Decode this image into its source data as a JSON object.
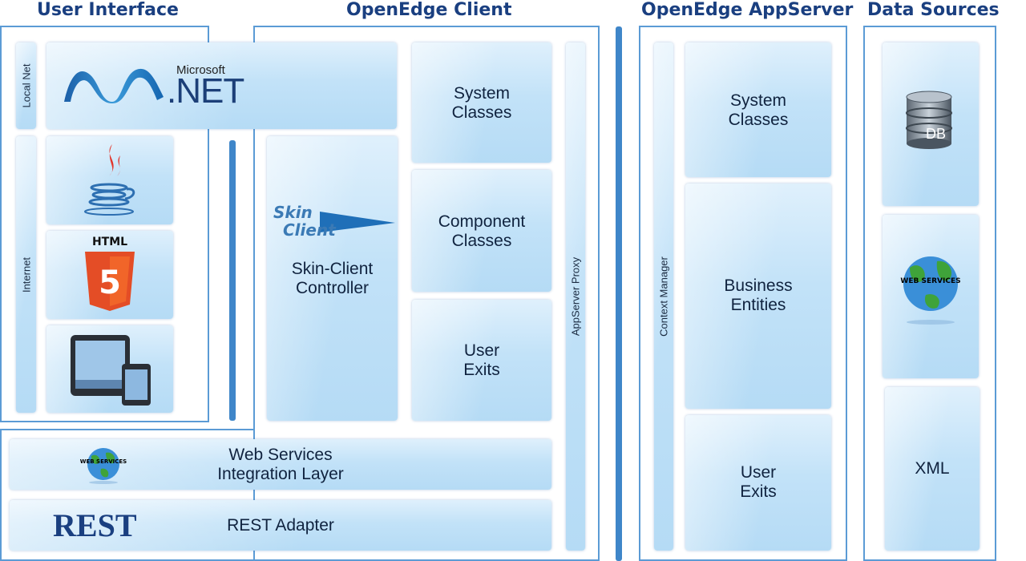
{
  "headers": {
    "user_interface": "User Interface",
    "openedge_client": "OpenEdge Client",
    "openedge_appserver": "OpenEdge AppServer",
    "data_sources": "Data Sources"
  },
  "ui": {
    "local_net": "Local Net",
    "internet": "Internet",
    "dotnet_brand": "Microsoft",
    "dotnet_text": ".NET",
    "html_text": "HTML",
    "html_number": "5"
  },
  "client": {
    "system_classes": "System\nClasses",
    "component_classes": "Component\nClasses",
    "user_exits": "User\nExits",
    "skin_client_logo": "Skin\nClient",
    "skin_client_controller": "Skin-Client\nController",
    "appserver_proxy": "AppServer Proxy",
    "web_services_layer": "Web Services\nIntegration Layer",
    "web_services_badge": "WEB SERVICES",
    "rest_logo": "REST",
    "rest_adapter": "REST Adapter"
  },
  "appserver": {
    "context_manager": "Context Manager",
    "system_classes": "System\nClasses",
    "business_entities": "Business\nEntities",
    "user_exits": "User\nExits"
  },
  "data_sources": {
    "db": "DB",
    "web_services_badge": "WEB SERVICES",
    "xml": "XML"
  },
  "colors": {
    "header": "#1a3f80",
    "frame_border": "#5b9bd5",
    "tile_light": "#dff0fc",
    "tile_dark": "#b5dbf5",
    "bar": "#3f86c9"
  }
}
